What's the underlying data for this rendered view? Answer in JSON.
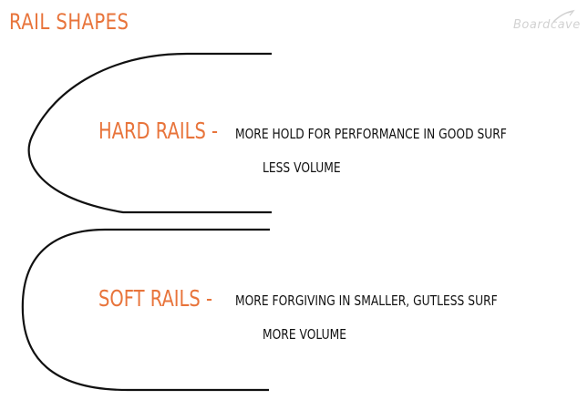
{
  "title": "RAIL SHAPES",
  "watermark": "Boardcave",
  "colors": {
    "accent": "#e8743b",
    "line": "#111111",
    "text": "#111111",
    "watermark": "#d2d2d2"
  },
  "rails": [
    {
      "name": "HARD RAILS -",
      "description_line1": "MORE HOLD FOR PERFORMANCE IN GOOD SURF",
      "description_line2": "LESS VOLUME"
    },
    {
      "name": "SOFT RAILS -",
      "description_line1": "MORE FORGIVING IN SMALLER, GUTLESS SURF",
      "description_line2": "MORE VOLUME"
    }
  ]
}
